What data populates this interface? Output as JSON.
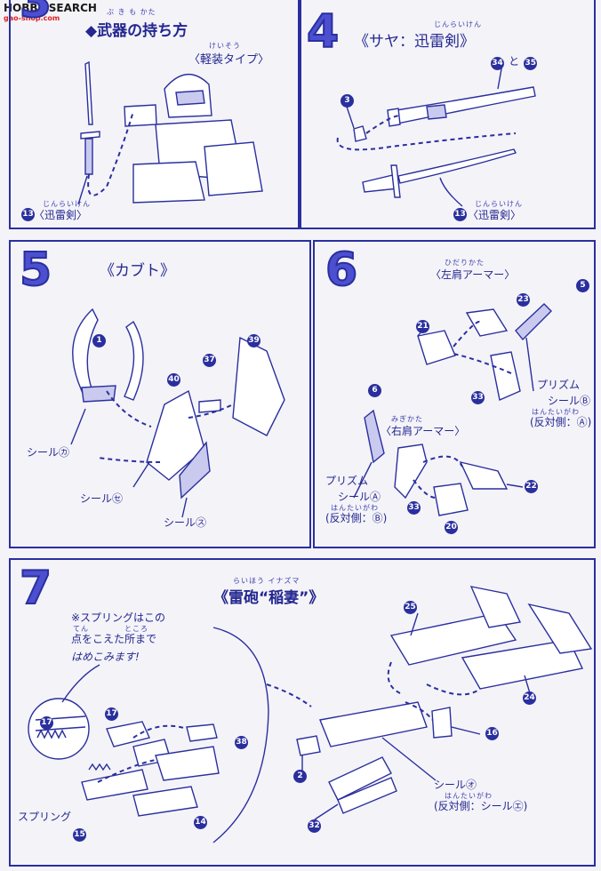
{
  "watermark": {
    "brand": "HOBBY SEARCH",
    "url": "gao-shop.com"
  },
  "step3": {
    "title": "◆武器の持ち方",
    "title_ruby": "ぶ き  も  かた",
    "sub": "〈軽装タイプ〉",
    "sub_ruby": "けいそう",
    "labels": [
      {
        "num": "13",
        "text": "〈迅雷剣〉",
        "ruby": "じんらいけん"
      }
    ]
  },
  "step4": {
    "number": "4",
    "title": "《サヤ：迅雷剣》",
    "title_ruby": "じんらいけん",
    "part_pair": {
      "a": "34",
      "joiner": "と",
      "b": "35"
    },
    "part3": "3",
    "labels": [
      {
        "num": "13",
        "text": "〈迅雷剣〉",
        "ruby": "じんらいけん"
      }
    ]
  },
  "step5": {
    "number": "5",
    "title": "《カブト》",
    "parts": [
      "1",
      "40",
      "37",
      "39"
    ],
    "stickers": [
      "シール㋕",
      "シール㋝",
      "シール㋜"
    ]
  },
  "step6": {
    "number": "6",
    "left_title": "〈左肩アーマー〉",
    "left_ruby": "ひだりかた",
    "right_title": "〈右肩アーマー〉",
    "right_ruby": "みぎかた",
    "parts": [
      "5",
      "23",
      "21",
      "33",
      "6",
      "33",
      "22",
      "20"
    ],
    "prism_b": {
      "line1": "プリズム",
      "line2": "シールⒷ",
      "note": "(反対側：Ⓐ)",
      "note_ruby": "はんたいがわ"
    },
    "prism_a": {
      "line1": "プリズム",
      "line2": "シールⒶ",
      "note": "(反対側：Ⓑ)",
      "note_ruby": "はんたいがわ"
    }
  },
  "step7": {
    "number": "7",
    "title": "《雷砲“稲妻”》",
    "title_ruby": "らいほう   イナズマ",
    "note_lines": [
      "※スプリングはこの",
      "点をこえた所まで",
      "はめこみます!"
    ],
    "note_ruby": [
      "てん",
      "ところ"
    ],
    "spring_label": "スプリング",
    "parts": [
      "17",
      "17",
      "38",
      "15",
      "14",
      "25",
      "24",
      "16",
      "2",
      "32"
    ],
    "sticker": {
      "line1": "シール㋔",
      "line2": "(反対側：シール㋓)",
      "ruby": "はんたいがわ"
    }
  }
}
